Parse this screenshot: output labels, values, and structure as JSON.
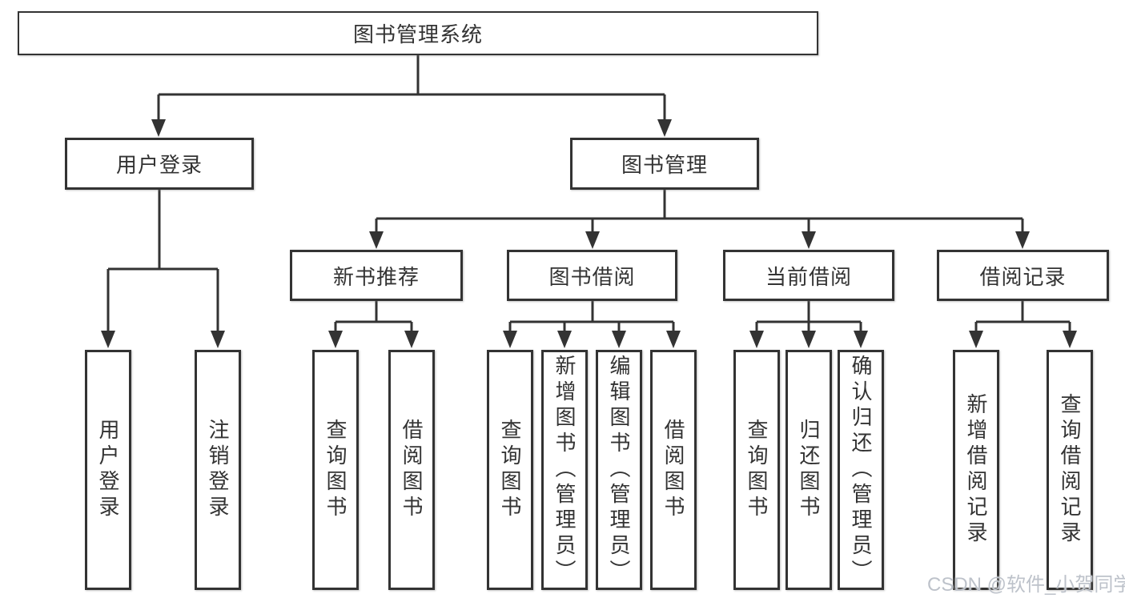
{
  "colors": {
    "line": "#333333",
    "text": "#333333",
    "box_background": "#ffffff",
    "watermark": "#bdc2ca"
  },
  "watermark": "CSDN @软件_小贺同学",
  "tree": {
    "label": "图书管理系统",
    "children": [
      {
        "label": "用户登录",
        "children": [
          {
            "label": "用户登录"
          },
          {
            "label": "注销登录"
          }
        ]
      },
      {
        "label": "图书管理",
        "children": [
          {
            "label": "新书推荐",
            "children": [
              {
                "label": "查询图书"
              },
              {
                "label": "借阅图书"
              }
            ]
          },
          {
            "label": "图书借阅",
            "children": [
              {
                "label": "查询图书"
              },
              {
                "label": "新增图书（管理员）"
              },
              {
                "label": "编辑图书（管理员）"
              },
              {
                "label": "借阅图书"
              }
            ]
          },
          {
            "label": "当前借阅",
            "children": [
              {
                "label": "查询图书"
              },
              {
                "label": "归还图书"
              },
              {
                "label": "确认归还（管理员）"
              }
            ]
          },
          {
            "label": "借阅记录",
            "children": [
              {
                "label": "新增借阅记录"
              },
              {
                "label": "查询借阅记录"
              }
            ]
          }
        ]
      }
    ]
  }
}
